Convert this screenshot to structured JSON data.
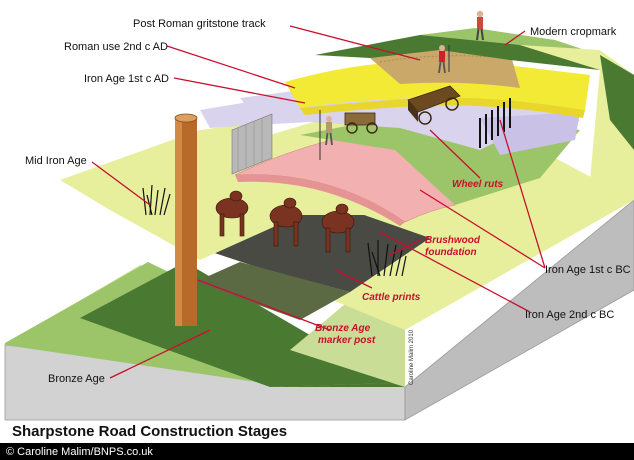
{
  "title": "Sharpstone Road Construction Stages",
  "credit": "© Caroline Malim/BNPS.co.uk",
  "signature": "Caroline Malim 2010",
  "labels": {
    "post_roman": "Post Roman gritstone track",
    "modern_cropmark": "Modern cropmark",
    "roman_use": "Roman use 2nd c AD",
    "iron_age_1st_ad": "Iron Age 1st c AD",
    "mid_iron_age": "Mid Iron Age",
    "wheel_ruts": "Wheel ruts",
    "brushwood_1": "Brushwood",
    "brushwood_2": "foundation",
    "iron_age_1st_bc": "Iron Age 1st c BC",
    "cattle_prints": "Cattle prints",
    "iron_age_2nd_bc": "Iron Age 2nd c BC",
    "marker_post_1": "Bronze Age",
    "marker_post_2": "marker post",
    "bronze_age": "Bronze Age"
  },
  "colors": {
    "leader": "#c8102e",
    "credit_bar": "#000000",
    "dark_green": "#4a7a32",
    "light_green": "#9cc56a",
    "pale_yellow": "#e7ef9c",
    "bright_yellow": "#f2ea34",
    "lavender": "#d9d3ee",
    "pink": "#f3b0b0",
    "brown_post": "#b86a2a",
    "earth_side": "#c7c7c7"
  }
}
